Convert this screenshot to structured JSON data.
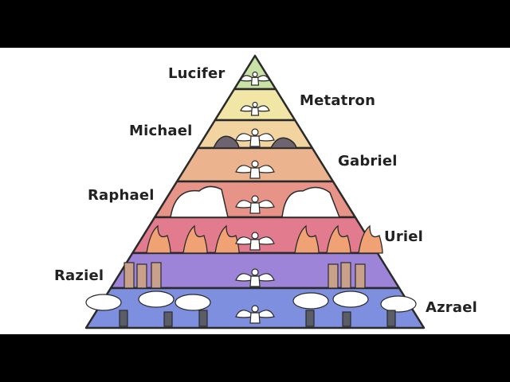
{
  "tiers": [
    {
      "label": "Lucifer",
      "color": "#c9e2a6"
    },
    {
      "label": "Metatron",
      "color": "#f1e6a6"
    },
    {
      "label": "Michael",
      "color": "#f2d4a0"
    },
    {
      "label": "Gabriel",
      "color": "#ecb48e"
    },
    {
      "label": "Raphael",
      "color": "#e79388"
    },
    {
      "label": "Uriel",
      "color": "#e37b8e"
    },
    {
      "label": "Raziel",
      "color": "#9e84d9"
    },
    {
      "label": "Azrael",
      "color": "#7f8fe0"
    }
  ],
  "colors": {
    "background": "#ffffff",
    "letterbox": "#000000",
    "outline": "#2a2a2a",
    "rock": "#6e6470",
    "flame": "#f0a274",
    "cloud": "#ffffff"
  }
}
